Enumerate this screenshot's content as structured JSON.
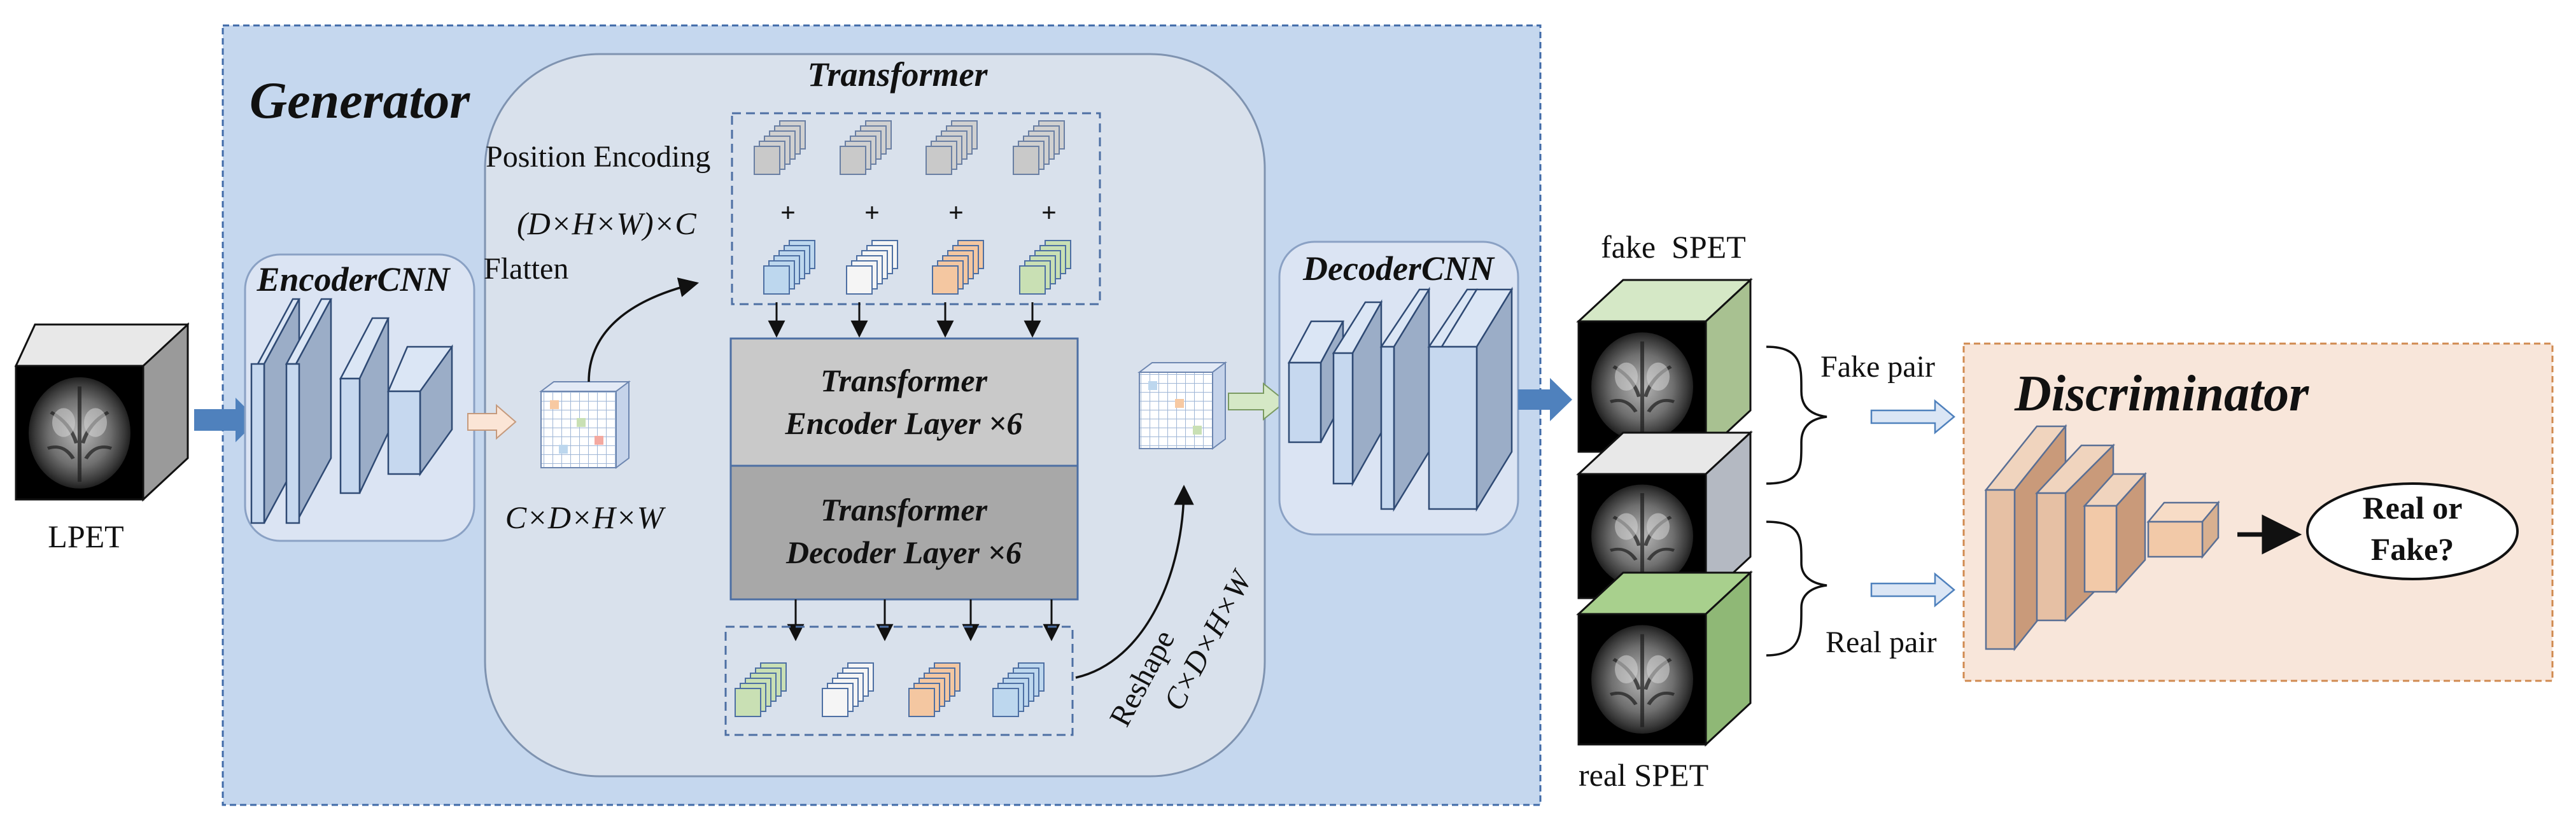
{
  "input_label": "LPET",
  "generator": {
    "title": "Generator",
    "encoder_title": "EncoderCNN",
    "decoder_title": "DecoderCNN",
    "feature_dims": "C×D×H×W"
  },
  "transformer": {
    "title": "Transformer",
    "position_encoding": "Position Encoding",
    "flatten_dims": "(D×H×W)×C",
    "flatten": "Flatten",
    "plus": "+",
    "encoder_layer_line1": "Transformer",
    "encoder_layer_line2": "Encoder Layer ×6",
    "decoder_layer_line1": "Transformer",
    "decoder_layer_line2": "Decoder Layer ×6",
    "reshape": "Reshape",
    "reshape_dims": "C×D×H×W"
  },
  "outputs": {
    "fake_label": "fake  SPET",
    "real_label": "real SPET",
    "fake_pair": "Fake pair",
    "real_pair": "Real pair"
  },
  "discriminator": {
    "title": "Discriminator",
    "decision_line1": "Real or",
    "decision_line2": "Fake?"
  },
  "colors": {
    "generator_bg": "#c5d7ee",
    "transformer_bg": "#d9e1ec",
    "encoder_bg": "#dbe4f3",
    "discriminator_bg": "#f8e6da",
    "arrow_blue": "#4f81bd",
    "enc_layer_gray": "#9badc7",
    "disc_layer": "#e6c0a4",
    "token_blue": "#bdd7ee",
    "token_orange": "#f4c7a1",
    "token_green": "#c9e0b4",
    "token_white": "#f5f5f5",
    "token_gray": "#c9c9c9"
  },
  "icons": [
    "brain-scan-image",
    "feature-cube-icon",
    "layer-block-icon",
    "arrow-icon"
  ]
}
